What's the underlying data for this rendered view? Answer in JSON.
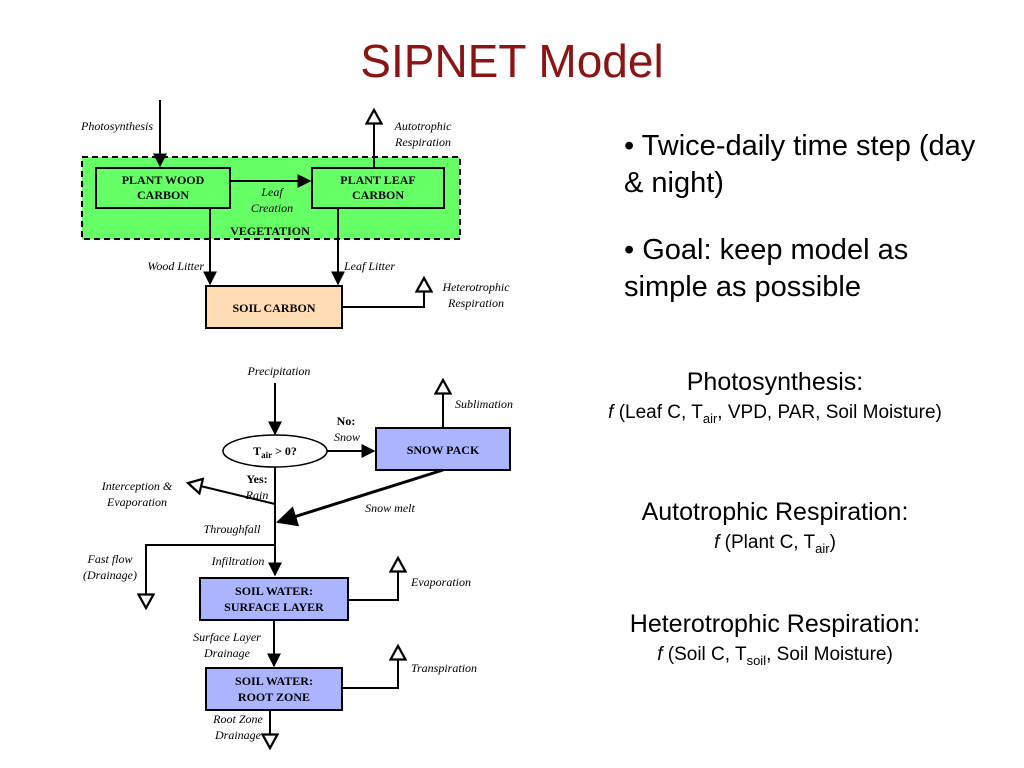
{
  "title": "SIPNET Model",
  "bullets": [
    "• Twice-daily time step (day & night)",
    "• Goal: keep model as simple as possible"
  ],
  "equations": [
    {
      "title": "Photosynthesis:",
      "f": "f",
      "pre": " (Leaf C, T",
      "sub": "air",
      "post": ", VPD, PAR, Soil Moisture)"
    },
    {
      "title": "Autotrophic Respiration:",
      "f": "f",
      "pre": " (Plant C, T",
      "sub": "air",
      "post": ")"
    },
    {
      "title": "Heterotrophic Respiration:",
      "f": "f",
      "pre": " (Soil C, T",
      "sub": "soil",
      "post": ", Soil Moisture)"
    }
  ],
  "carbon": {
    "photosynthesis": "Photosynthesis",
    "autotrophic_1": "Autotrophic",
    "autotrophic_2": "Respiration",
    "plant_wood_1": "PLANT WOOD",
    "plant_wood_2": "CARBON",
    "plant_leaf_1": "PLANT LEAF",
    "plant_leaf_2": "CARBON",
    "leaf_creation_1": "Leaf",
    "leaf_creation_2": "Creation",
    "vegetation": "VEGETATION",
    "wood_litter": "Wood Litter",
    "leaf_litter": "Leaf Litter",
    "heterotrophic_1": "Heterotrophic",
    "heterotrophic_2": "Respiration",
    "soil_carbon": "SOIL CARBON"
  },
  "water": {
    "precipitation": "Precipitation",
    "tair_t": "T",
    "tair_sub": "air",
    "tair_rest": " > 0?",
    "no": "No:",
    "snow": "Snow",
    "snow_pack": "SNOW PACK",
    "sublimation": "Sublimation",
    "yes": "Yes:",
    "rain": "Rain",
    "interception_1": "Interception &",
    "interception_2": "Evaporation",
    "snow_melt": "Snow melt",
    "throughfall": "Throughfall",
    "fast_flow_1": "Fast flow",
    "fast_flow_2": "(Drainage)",
    "infiltration": "Infiltration",
    "surface_1": "SOIL WATER:",
    "surface_2": "SURFACE LAYER",
    "evaporation": "Evaporation",
    "surface_drain_1": "Surface Layer",
    "surface_drain_2": "Drainage",
    "root_1": "SOIL WATER:",
    "root_2": "ROOT ZONE",
    "transpiration": "Transpiration",
    "root_drain_1": "Root Zone",
    "root_drain_2": "Drainage"
  },
  "colors": {
    "title": "#8b1414",
    "vegetation_fill": "#66ff66",
    "soil_carbon_fill": "#ffdcb4",
    "water_box_fill": "#aab4ff"
  }
}
